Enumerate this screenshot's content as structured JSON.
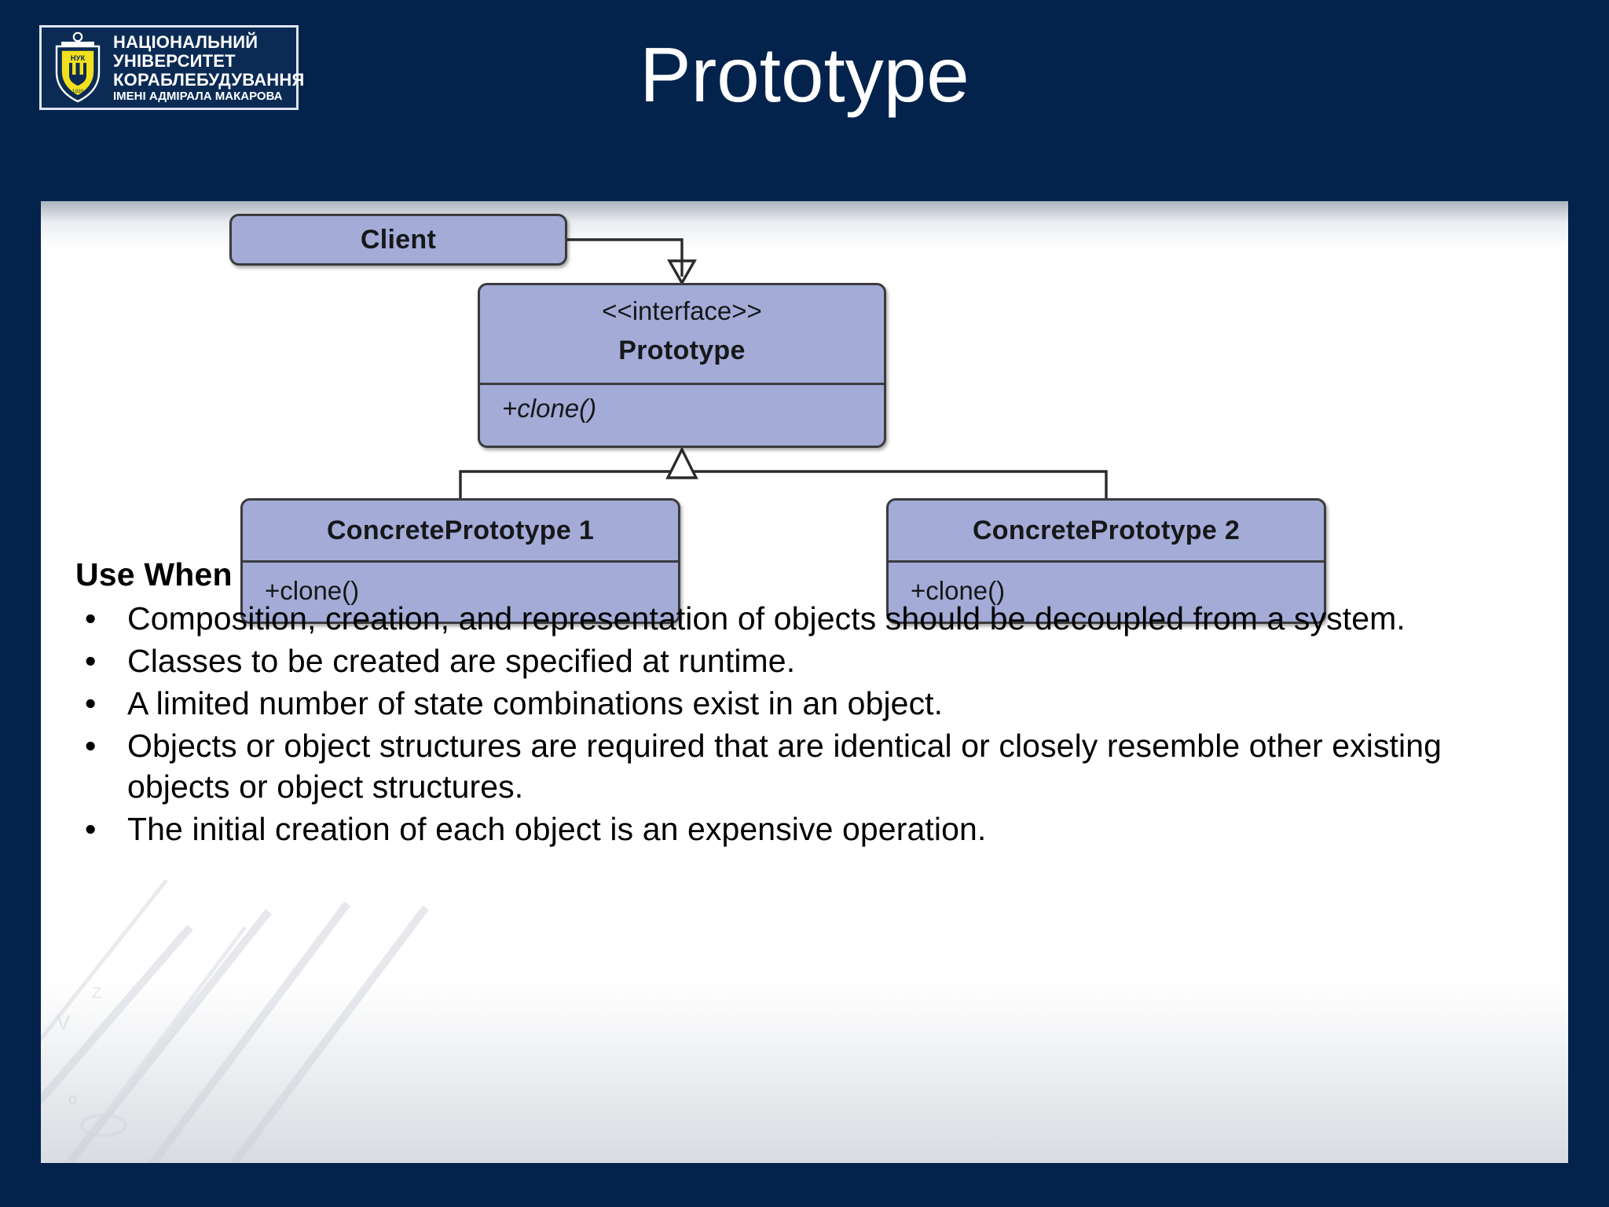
{
  "header": {
    "title": "Prototype",
    "bg_color": "#04234c",
    "logo": {
      "icon": "nuk-shield-anchor-logo",
      "shield_label": "НУК",
      "shield_year": "1920",
      "lines": [
        "НАЦІОНАЛЬНИЙ",
        "УНІВЕРСИТЕТ",
        "КОРАБЛЕБУДУВАННЯ",
        "ІМЕНІ  АДМІРАЛА МАКАРОВА"
      ]
    }
  },
  "diagram": {
    "type": "uml-class-diagram",
    "box_fill": "#a3abd6",
    "box_border": "#3b3b3f",
    "boxes": [
      {
        "id": "client",
        "name": "Client",
        "stereotype": "",
        "operations": []
      },
      {
        "id": "prototype",
        "stereotype": "<<interface>>",
        "name": "Prototype",
        "operations": [
          "+clone()"
        ]
      },
      {
        "id": "concrete1",
        "stereotype": "",
        "name": "ConcretePrototype 1",
        "operations": [
          "+clone()"
        ]
      },
      {
        "id": "concrete2",
        "stereotype": "",
        "name": "ConcretePrototype 2",
        "operations": [
          "+clone()"
        ]
      }
    ],
    "relations": [
      {
        "from": "client",
        "to": "prototype",
        "kind": "association-arrow"
      },
      {
        "from": "concrete1",
        "to": "prototype",
        "kind": "generalization"
      },
      {
        "from": "concrete2",
        "to": "prototype",
        "kind": "generalization"
      }
    ]
  },
  "body": {
    "heading": "Use When",
    "bullet_char": "•",
    "bullets": [
      "Composition, creation, and representation of objects should be decoupled from a system.",
      "Classes to be created are specified at runtime.",
      "A limited number of state combinations exist in an object.",
      "Objects or object structures are required that are identical or closely resemble other existing objects or object structures.",
      "The initial creation of each object is an expensive operation."
    ]
  }
}
